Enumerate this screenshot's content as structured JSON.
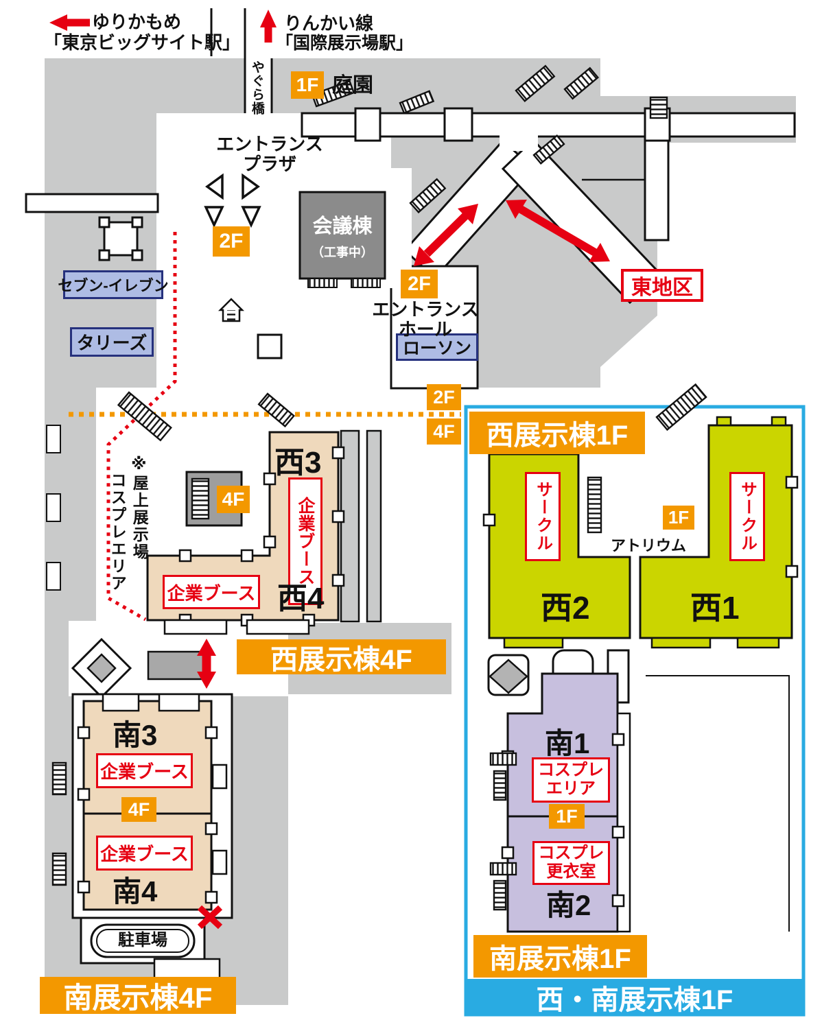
{
  "map": {
    "stations": {
      "yurikamome": {
        "line": "ゆりかもめ",
        "station": "「東京ビッグサイト駅」"
      },
      "rinkai": {
        "line": "りんかい線",
        "station": "「国際展示場駅」"
      }
    },
    "labels": {
      "yagura_bridge": "やぐら橋",
      "garden": "庭園",
      "entrance_plaza_1": "エントランス",
      "entrance_plaza_2": "プラザ",
      "entrance_hall_1": "エントランス",
      "entrance_hall_2": "ホール",
      "conference_tower": "会議棟",
      "under_construction": "（工事中）",
      "east_area": "東地区",
      "rooftop_note_1": "※屋上展示場",
      "rooftop_note_2": "コスプレエリア",
      "atrium": "アトリウム",
      "parking": "駐車場"
    },
    "shops": {
      "seven_eleven": "セブン-イレブン",
      "tullys": "タリーズ",
      "lawson": "ローソン"
    },
    "badges": {
      "f1": "1F",
      "f2": "2F",
      "f4": "4F"
    },
    "banners": {
      "west_4f": "西展示棟4F",
      "south_4f": "南展示棟4F",
      "west_1f": "西展示棟1F",
      "south_1f": "南展示棟1F",
      "west_south_1f": "西・南展示棟1F"
    },
    "halls": {
      "west3": "西3",
      "west4": "西4",
      "south3": "南3",
      "south4": "南4",
      "west2": "西2",
      "west1": "西1",
      "south1": "南1",
      "south2": "南2"
    },
    "zones": {
      "corporate_booth": "企業ブース",
      "circle": "サークル",
      "cosplay_area_1": "コスプレ",
      "cosplay_area_2": "エリア",
      "cosplay_room_1": "コスプレ",
      "cosplay_room_2": "更衣室"
    },
    "colors": {
      "accent_orange": "#F39800",
      "alert_red": "#E60012",
      "inset_blue": "#29ABE2",
      "hall_tan": "#EFD9BC",
      "hall_green": "#CBD500",
      "hall_purple": "#C7BFDE",
      "shop_blue": "#AEBCE4",
      "site_gray": "#C9CACA"
    }
  }
}
